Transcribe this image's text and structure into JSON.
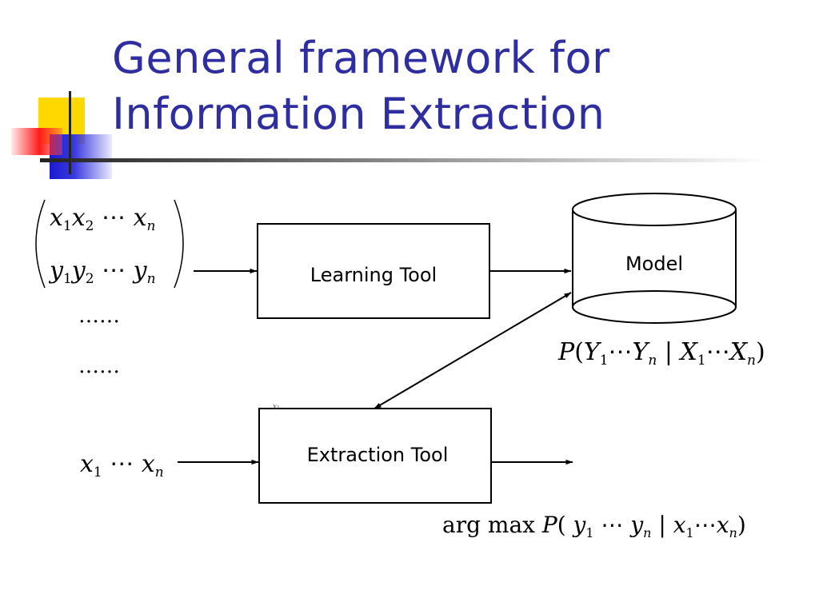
{
  "title": {
    "line1": "General framework for",
    "line2": "Information Extraction"
  },
  "diagram": {
    "learning_tool_label": "Learning Tool",
    "extraction_tool_label": "Extraction Tool",
    "model_label": "Model",
    "ellipsis_1": "……",
    "ellipsis_2": "……",
    "tiny_mark": "x₁"
  }
}
